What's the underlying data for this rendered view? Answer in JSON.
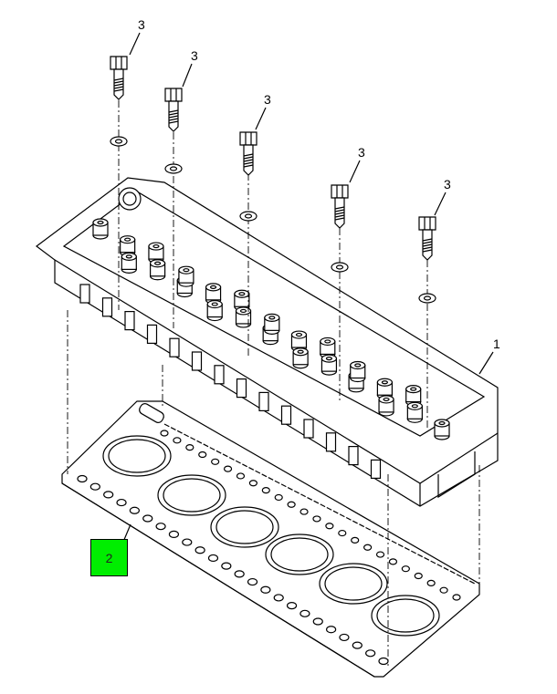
{
  "diagram": {
    "callouts": [
      {
        "id": "bolt-1",
        "label": "3"
      },
      {
        "id": "bolt-2",
        "label": "3"
      },
      {
        "id": "bolt-3",
        "label": "3"
      },
      {
        "id": "bolt-4",
        "label": "3"
      },
      {
        "id": "bolt-5",
        "label": "3"
      },
      {
        "id": "cylinder-head",
        "label": "1"
      }
    ],
    "highlighted_part": {
      "label": "2",
      "color": "#00ee00"
    }
  }
}
